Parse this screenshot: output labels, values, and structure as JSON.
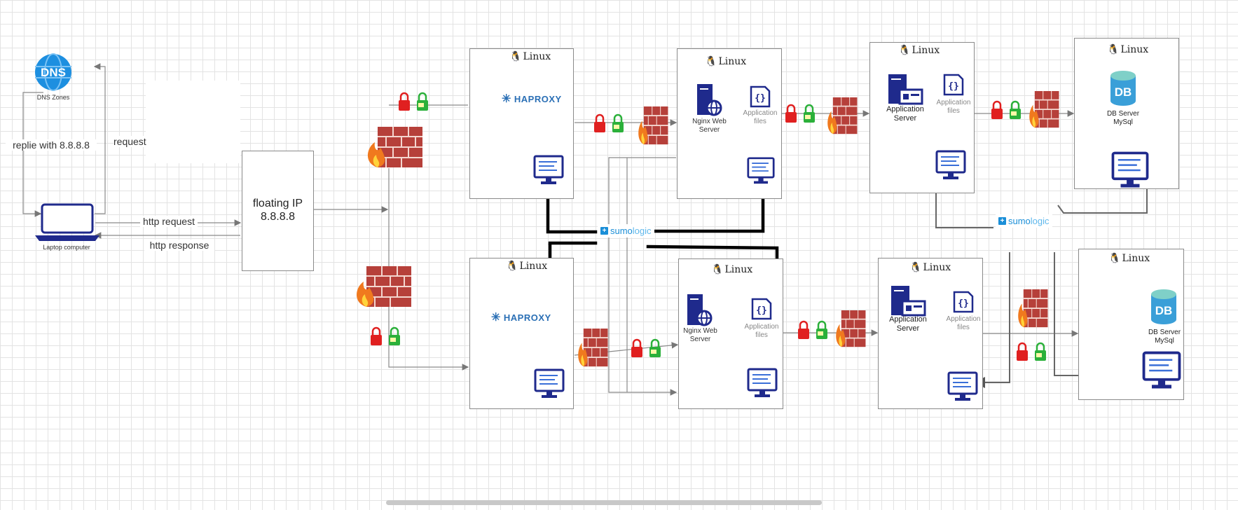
{
  "dns": {
    "label": "DNS Zones",
    "icon_text": "DNS"
  },
  "laptop": {
    "label": "Laptop computer"
  },
  "edges": {
    "reply": "replie with 8.8.8.8",
    "request": "request",
    "http_request": "http request",
    "http_response": "http response"
  },
  "floating_ip": {
    "line1": "floating IP",
    "line2": "8.8.8.8"
  },
  "linux_text": "Linux",
  "haproxy_text": "HAPROXY",
  "sumologic": {
    "prefix": "sumo",
    "suffix": "logic"
  },
  "web": {
    "line1": "Nginx Web",
    "line2": "Server"
  },
  "appfiles": {
    "line1": "Application",
    "line2": "files"
  },
  "appserver": {
    "line1": "Application",
    "line2": "Server"
  },
  "db": {
    "line1": "DB Server",
    "line2": "MySql",
    "icon_text": "DB"
  },
  "colors": {
    "navy": "#1f2a8c",
    "firewall_red": "#c0392b",
    "lock_red": "#e02020",
    "lock_green": "#2bb03a",
    "sumo_blue": "#1b8fd8",
    "haproxy_blue": "#2a6fb5"
  }
}
